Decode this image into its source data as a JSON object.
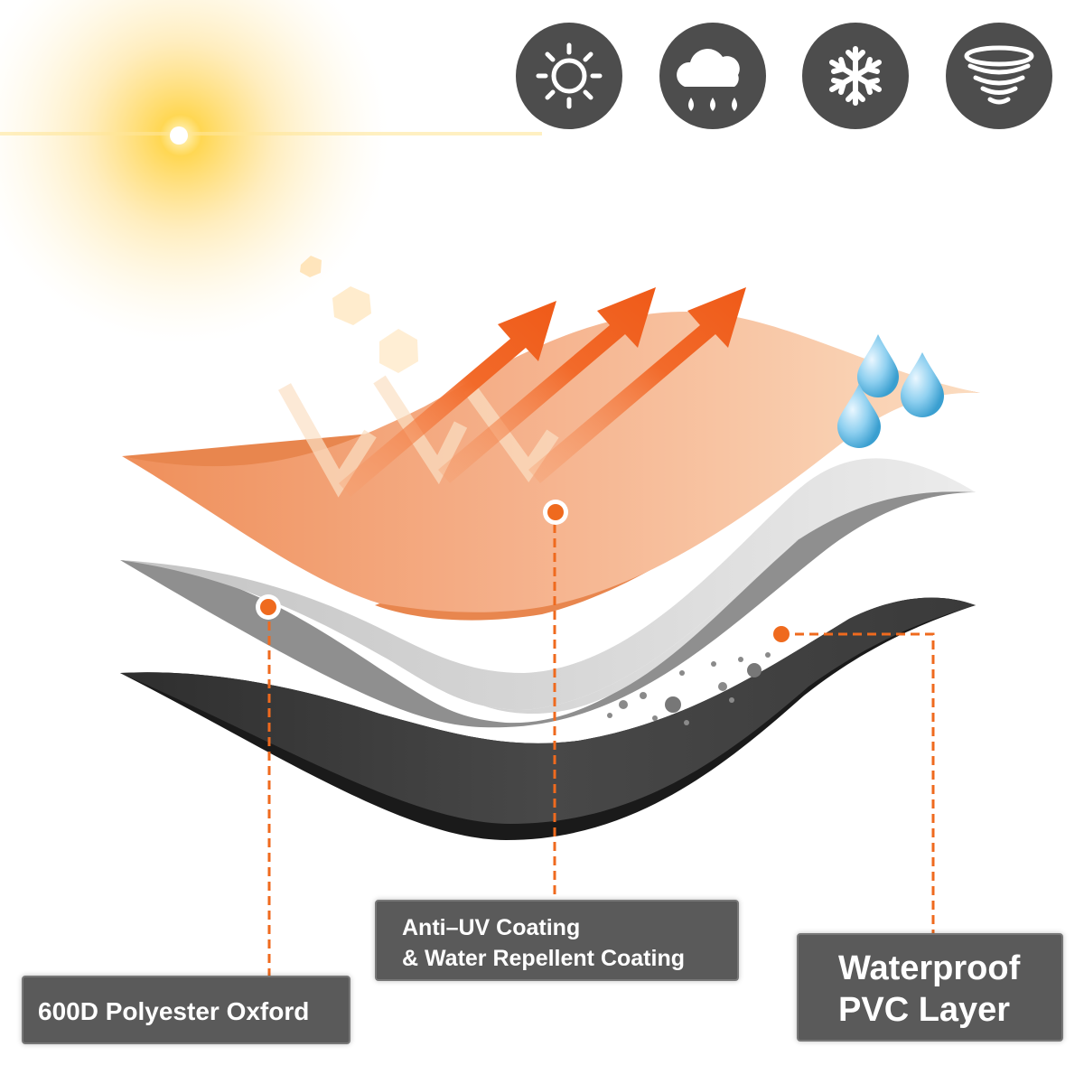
{
  "weather_icons": [
    {
      "name": "sun-icon"
    },
    {
      "name": "rain-cloud-icon"
    },
    {
      "name": "snowflake-icon"
    },
    {
      "name": "tornado-icon"
    }
  ],
  "layers": {
    "top": {
      "name": "Anti-UV Coating & Water Repellent Coating",
      "color": "#f0a070"
    },
    "middle": {
      "name": "600D Polyester Oxford",
      "color": "#d2d2d2"
    },
    "bottom": {
      "name": "Waterproof PVC Layer",
      "color": "#3a3a3a"
    }
  },
  "labels": {
    "polyester": {
      "text": "600D Polyester Oxford"
    },
    "antiuv": {
      "line1": "Anti–UV Coating",
      "line2": "& Water Repellent Coating"
    },
    "pvc": {
      "line1": "Waterproof",
      "line2": "PVC Layer"
    }
  },
  "colors": {
    "accent_orange": "#ef6a1e",
    "icon_circle": "#4d4d4d",
    "label_bg": "#5a5a5a",
    "sun": "#ffc72a"
  }
}
